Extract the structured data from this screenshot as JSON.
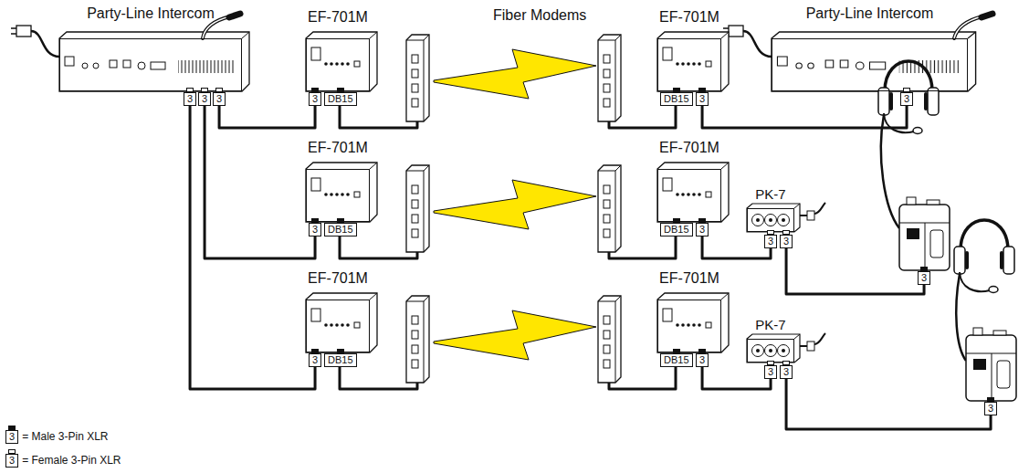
{
  "diagram": {
    "nodes": [
      {
        "text": [
          "Party-Line Intercom"
        ]
      },
      {
        "text": [
          "3"
        ],
        "in": 0
      },
      {
        "text": [
          "3"
        ],
        "in": 0
      },
      {
        "text": [
          "3"
        ],
        "in": 0
      },
      {
        "text": [
          "EF-701M"
        ]
      },
      {
        "text": [
          "3"
        ],
        "in": 4
      },
      {
        "text": [
          "DB15"
        ],
        "in": 4
      },
      {
        "text": [
          "EF-701M"
        ]
      },
      {
        "text": [
          "DB15"
        ],
        "in": 7
      },
      {
        "text": [
          "3"
        ],
        "in": 7
      },
      {
        "text": [
          "Party-Line Intercom"
        ]
      },
      {
        "text": [
          "3"
        ],
        "in": 10
      },
      {
        "text": [
          "EF-701M"
        ]
      },
      {
        "text": [
          "3"
        ],
        "in": 12
      },
      {
        "text": [
          "DB15"
        ],
        "in": 12
      },
      {
        "text": [
          "EF-701M"
        ]
      },
      {
        "text": [
          "DB15"
        ],
        "in": 15
      },
      {
        "text": [
          "3"
        ],
        "in": 15
      },
      {
        "text": [
          "PK-7"
        ]
      },
      {
        "text": [
          "3"
        ],
        "in": 18
      },
      {
        "text": [
          "3"
        ],
        "in": 18
      },
      {
        "text": [
          "3"
        ]
      },
      {
        "text": [
          "EF-701M"
        ]
      },
      {
        "text": [
          "3"
        ],
        "in": 22
      },
      {
        "text": [
          "DB15"
        ],
        "in": 22
      },
      {
        "text": [
          "EF-701M"
        ]
      },
      {
        "text": [
          "DB15"
        ],
        "in": 25
      },
      {
        "text": [
          "3"
        ],
        "in": 25
      },
      {
        "text": [
          "PK-7"
        ]
      },
      {
        "text": [
          "3"
        ],
        "in": 28
      },
      {
        "text": [
          "3"
        ],
        "in": 28
      },
      {
        "text": [
          "3"
        ]
      }
    ],
    "edges": [
      {
        "from": 3,
        "to": 5,
        "arrow": "none"
      },
      {
        "from": 9,
        "to": 11,
        "arrow": "none"
      },
      {
        "from": 2,
        "to": 13,
        "arrow": "none"
      },
      {
        "from": 17,
        "to": 19,
        "arrow": "none"
      },
      {
        "from": 20,
        "to": 21,
        "arrow": "none"
      },
      {
        "from": 1,
        "to": 23,
        "arrow": "none"
      },
      {
        "from": 27,
        "to": 29,
        "arrow": "none"
      },
      {
        "from": 30,
        "to": 31,
        "arrow": "none"
      }
    ],
    "labels": [
      "Fiber Modems",
      "3",
      "3"
    ],
    "legend": [
      {
        "text": "= Male 3-Pin XLR"
      },
      {
        "text": "= Female 3-Pin XLR"
      }
    ]
  }
}
